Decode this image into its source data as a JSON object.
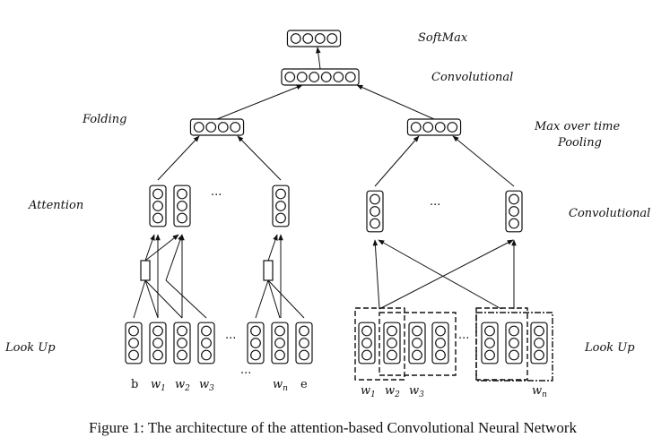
{
  "labels": {
    "softmax": "SoftMax",
    "convolutional_top": "Convolutional",
    "folding": "Folding",
    "max_pooling_line1": "Max over time",
    "max_pooling_line2": "Pooling",
    "attention": "Attention",
    "convolutional_right": "Convolutional",
    "lookup_left": "Look Up",
    "lookup_right": "Look Up"
  },
  "ellipsis": "...",
  "left_words": {
    "b": "b",
    "w": "w",
    "e": "e",
    "sub1": "1",
    "sub2": "2",
    "sub3": "3",
    "subn": "n"
  },
  "right_words": {
    "w": "w",
    "sub1": "1",
    "sub2": "2",
    "sub3": "3",
    "subn": "n"
  },
  "caption": "Figure 1: The architecture of the attention-based Convolutional Neural Network"
}
